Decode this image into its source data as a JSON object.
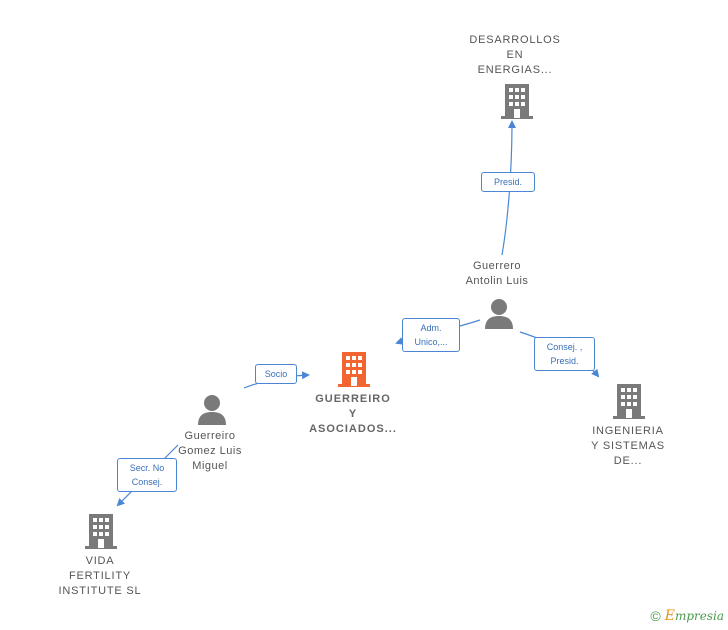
{
  "colors": {
    "company": "#7a7a7a",
    "focus": "#f26430",
    "person": "#7a7a7a",
    "edge": "#4a86d4"
  },
  "nodes": {
    "desarrollos": {
      "lines": [
        "DESARROLLOS",
        "EN",
        "ENERGIAS..."
      ],
      "icon": "building-icon"
    },
    "guerrero_antolin": {
      "lines": [
        "Guerrero",
        "Antolin Luis"
      ],
      "icon": "person-icon"
    },
    "guerreiro_asociados": {
      "lines": [
        "GUERREIRO",
        "Y",
        "ASOCIADOS..."
      ],
      "icon": "building-icon"
    },
    "guerreiro_gomez": {
      "lines": [
        "Guerreiro",
        "Gomez Luis",
        "Miguel"
      ],
      "icon": "person-icon"
    },
    "ingenieria": {
      "lines": [
        "INGENIERIA",
        "Y SISTEMAS",
        "DE..."
      ],
      "icon": "building-icon"
    },
    "vida_fertility": {
      "lines": [
        "VIDA",
        "FERTILITY",
        "INSTITUTE SL"
      ],
      "icon": "building-icon"
    }
  },
  "edges": {
    "presid": {
      "lines": [
        "Presid."
      ]
    },
    "adm_unico": {
      "lines": [
        "Adm.",
        "Unico,..."
      ]
    },
    "consej_presid": {
      "lines": [
        "Consej. ,",
        "Presid."
      ]
    },
    "socio": {
      "lines": [
        "Socio"
      ]
    },
    "secr_no_consej": {
      "lines": [
        "Secr. No",
        "Consej."
      ]
    }
  },
  "footer": {
    "copyright": "©",
    "brand_initial": "E",
    "brand_rest": "mpresia"
  }
}
